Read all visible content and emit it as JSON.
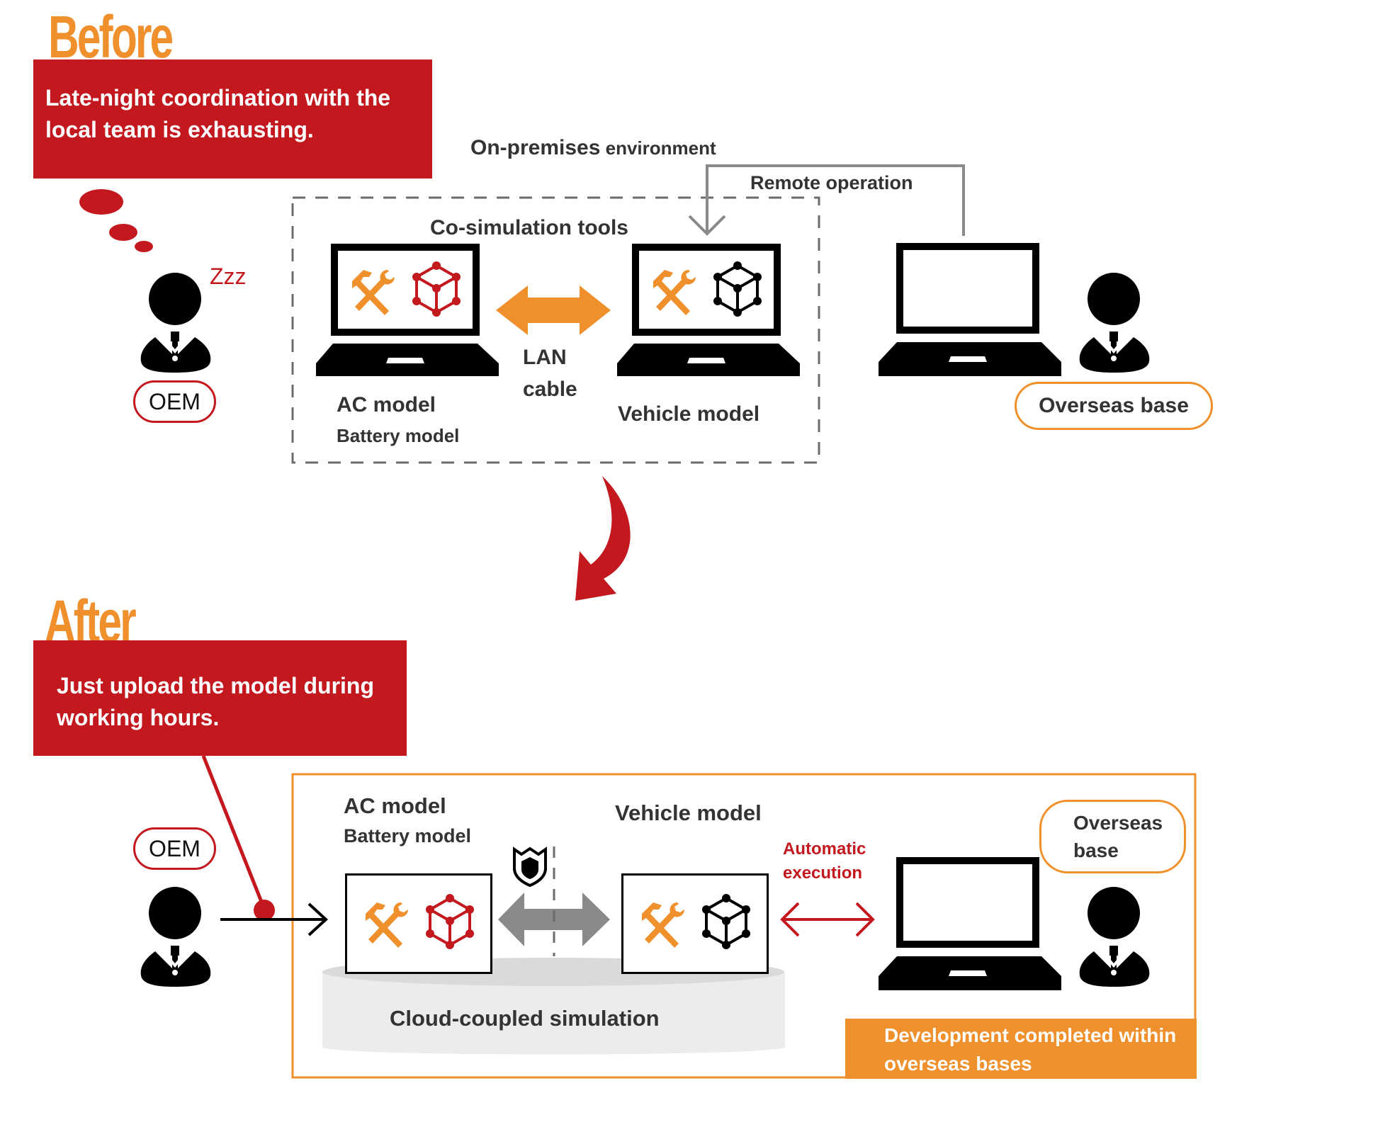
{
  "colors": {
    "brand_red": "#c4181f",
    "accent_orange": "#f0902c",
    "text_dark": "#333333",
    "gray_connector": "#8a8a8a",
    "cloud_gray": "#e6e6e6"
  },
  "before": {
    "title": "Before",
    "callout": "Late-night coordination with the local team is exhausting.",
    "sleep_text": "Zzz",
    "oem_label": "OEM",
    "environment_label_bold": "On-premises",
    "environment_label_rest": " environment",
    "remote_label": "Remote operation",
    "tools_label": "Co-simulation tools",
    "link_label_line1": "LAN",
    "link_label_line2": "cable",
    "left_pc_label_line1": "AC model",
    "left_pc_label_line2": "Battery model",
    "right_pc_label": "Vehicle model",
    "overseas_label": "Overseas base"
  },
  "after": {
    "title": "After",
    "callout": "Just upload the model during working hours.",
    "oem_label": "OEM",
    "left_model_line1": "AC model",
    "left_model_line2": "Battery model",
    "right_model": "Vehicle model",
    "auto_label_line1": "Automatic",
    "auto_label_line2": "execution",
    "cloud_label": "Cloud-coupled simulation",
    "overseas_label_line1": "Overseas",
    "overseas_label_line2": "base",
    "banner": "Development completed within overseas bases"
  },
  "icons": {
    "tools": "hammer-wrench-icon",
    "model_cube": "network-cube-icon",
    "laptop": "laptop-icon",
    "person": "businessperson-icon",
    "shield": "security-shield-icon",
    "transition_arrow": "curved-down-arrow-icon"
  }
}
